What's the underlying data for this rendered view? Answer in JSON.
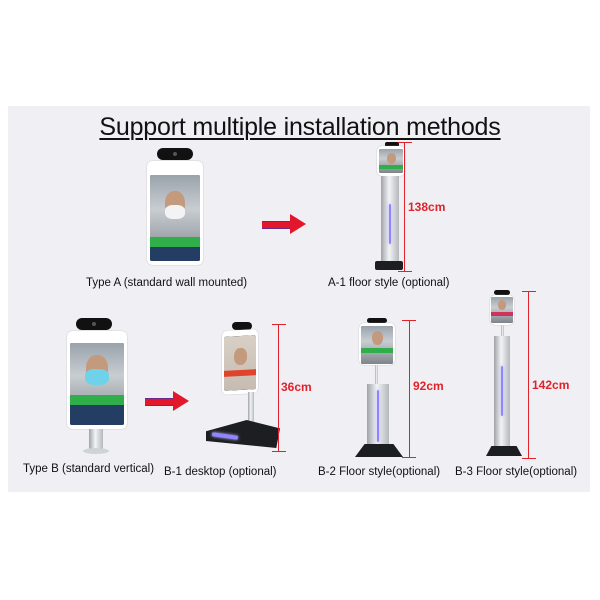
{
  "title": "Support multiple installation methods",
  "colors": {
    "panel_bg": "#f0f0f4",
    "dimension_red": "#e0222a",
    "arrow_red": "#e3172b",
    "led_blue": "#8f86ff",
    "screen_green": "#2fae4a"
  },
  "arrows": [
    {
      "icon": "right-arrow-icon",
      "from": "Type A",
      "to": "A-1"
    },
    {
      "icon": "right-arrow-icon",
      "from": "Type B",
      "to": "B-1"
    }
  ],
  "products": [
    {
      "id": "type-a",
      "label": "Type A (standard wall mounted)",
      "height": null
    },
    {
      "id": "a-1",
      "label": "A-1 floor style (optional)",
      "height": "138cm"
    },
    {
      "id": "type-b",
      "label": "Type B (standard vertical)",
      "height": null
    },
    {
      "id": "b-1",
      "label": "B-1 desktop (optional)",
      "height": "36cm"
    },
    {
      "id": "b-2",
      "label": "B-2 Floor style(optional)",
      "height": "92cm"
    },
    {
      "id": "b-3",
      "label": "B-3 Floor style(optional)",
      "height": "142cm"
    }
  ]
}
